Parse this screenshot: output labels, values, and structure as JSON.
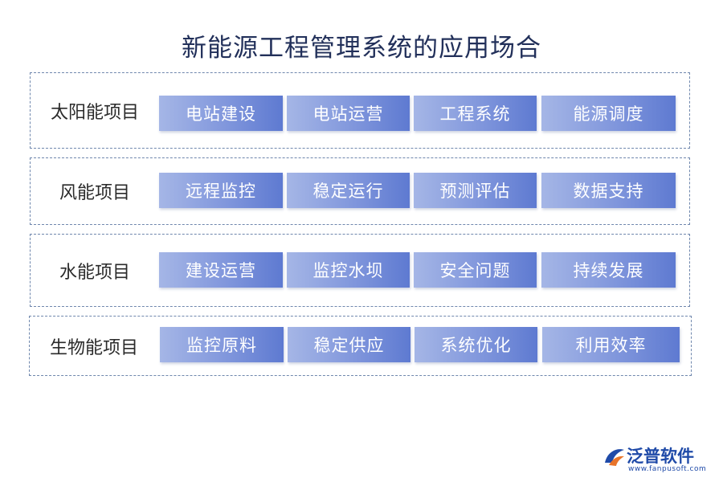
{
  "title": "新能源工程管理系统的应用场合",
  "groups": [
    {
      "label": "太阳能项目",
      "items": [
        "电站建设",
        "电站运营",
        "工程系统",
        "能源调度"
      ]
    },
    {
      "label": "风能项目",
      "items": [
        "远程监控",
        "稳定运行",
        "预测评估",
        "数据支持"
      ]
    },
    {
      "label": "水能项目",
      "items": [
        "建设运营",
        "监控水坝",
        "安全问题",
        "持续发展"
      ]
    },
    {
      "label": "生物能项目",
      "items": [
        "监控原料",
        "稳定供应",
        "系统优化",
        "利用效率"
      ]
    }
  ],
  "logo": {
    "name": "泛普软件",
    "url": "www.fanpusoft.com",
    "icon": "fanpu-logo-icon"
  },
  "colors": {
    "title": "#22305a",
    "box_start": "#a5b6e6",
    "box_end": "#5e7ad1",
    "border": "#6f87ad"
  }
}
